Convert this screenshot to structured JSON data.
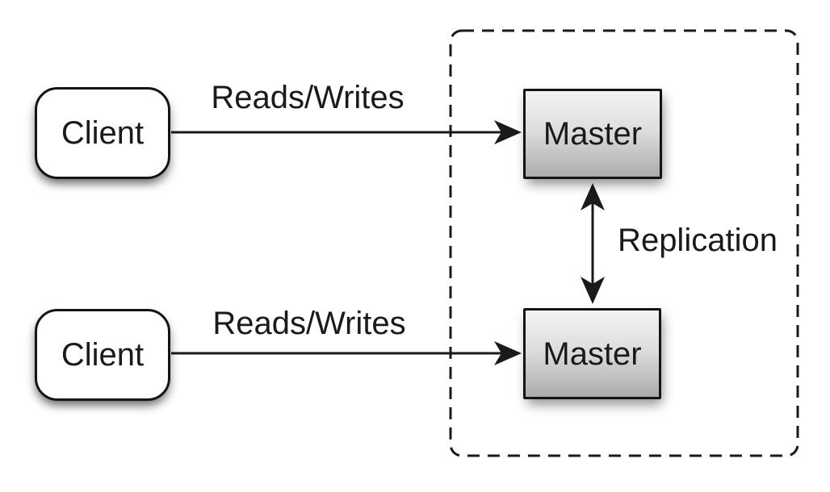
{
  "diagram": {
    "type": "database-replication-architecture",
    "background_color": "#ffffff",
    "line_color": "#1a1a1a",
    "nodes": [
      {
        "id": "client-top",
        "label": "Client",
        "shape": "rounded-rect",
        "fill": "#ffffff"
      },
      {
        "id": "client-bottom",
        "label": "Client",
        "shape": "rounded-rect",
        "fill": "#ffffff"
      },
      {
        "id": "master-top",
        "label": "Master",
        "shape": "rect",
        "fill_top": "#f3f3f3",
        "fill_bottom": "#ababab"
      },
      {
        "id": "master-bottom",
        "label": "Master",
        "shape": "rect",
        "fill_top": "#f3f3f3",
        "fill_bottom": "#ababab"
      }
    ],
    "edges": [
      {
        "from": "client-top",
        "to": "master-top",
        "label": "Reads/Writes",
        "direction": "one-way"
      },
      {
        "from": "client-bottom",
        "to": "master-bottom",
        "label": "Reads/Writes",
        "direction": "one-way"
      },
      {
        "from": "master-top",
        "to": "master-bottom",
        "label": "Replication",
        "direction": "two-way"
      }
    ],
    "groups": [
      {
        "id": "replication-group",
        "style": "dashed-border",
        "contains": [
          "master-top",
          "master-bottom"
        ]
      }
    ]
  }
}
